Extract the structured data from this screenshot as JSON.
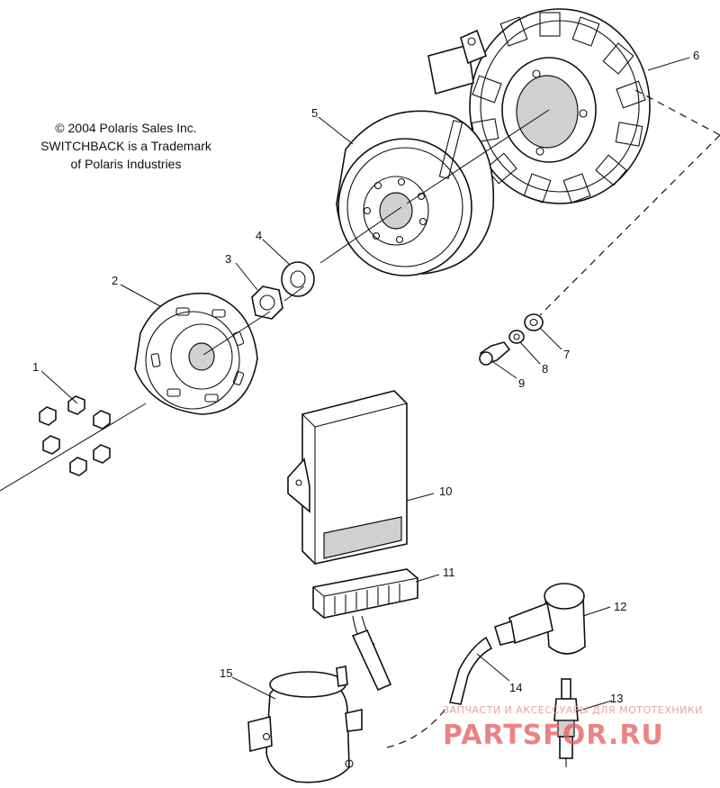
{
  "copyright": {
    "line1": "© 2004 Polaris Sales Inc.",
    "line2": "SWITCHBACK is a Trademark",
    "line3": "of Polaris Industries"
  },
  "callouts": [
    "1",
    "2",
    "3",
    "4",
    "5",
    "6",
    "7",
    "8",
    "9",
    "10",
    "11",
    "12",
    "13",
    "14",
    "15"
  ],
  "watermark": {
    "tagline": "ЗАПЧАСТИ И АКСЕССУАРЫ ДЛЯ МОТОТЕХНИКИ",
    "brand": "PARTSFOR.RU"
  }
}
